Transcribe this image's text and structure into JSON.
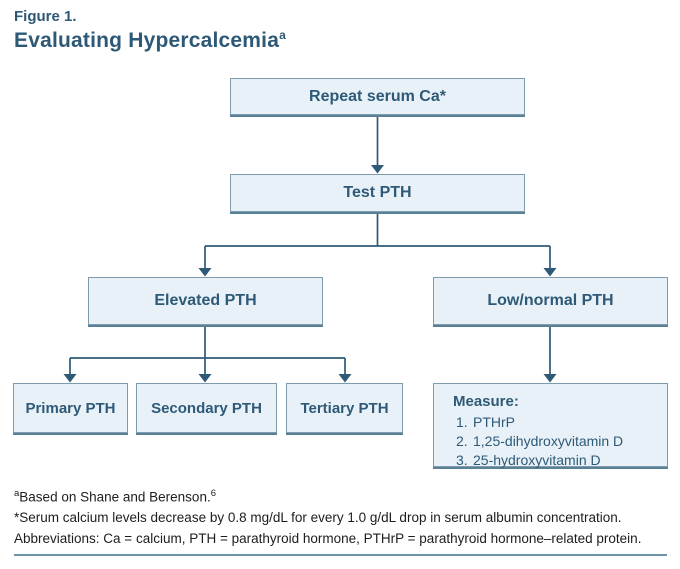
{
  "figure": {
    "label": "Figure 1.",
    "title": "Evaluating Hypercalcemia",
    "title_superscript": "a"
  },
  "flowchart": {
    "repeat_serum_ca": "Repeat serum Ca*",
    "test_pth": "Test PTH",
    "elevated_pth": "Elevated PTH",
    "low_normal_pth": "Low/normal PTH",
    "primary_pth": "Primary PTH",
    "secondary_pth": "Secondary PTH",
    "tertiary_pth": "Tertiary PTH",
    "measure": {
      "heading": "Measure:",
      "items": [
        {
          "num": "1.",
          "text": "PTHrP"
        },
        {
          "num": "2.",
          "text": "1,25-dihydroxyvitamin D"
        },
        {
          "num": "3.",
          "text": "25-hydroxyvitamin D"
        }
      ]
    }
  },
  "footnotes": {
    "note_a_sup": "a",
    "note_a_text": "Based on Shane and Berenson.",
    "note_a_ref_sup": "6",
    "note_asterisk": "*Serum calcium levels decrease by 0.8 mg/dL for every 1.0 g/dL drop in serum albumin concentration.",
    "abbreviations": "Abbreviations: Ca = calcium, PTH = parathyroid hormone, PTHrP = parathyroid hormone–related protein."
  },
  "colors": {
    "accent_text": "#2e5a77",
    "box_fill": "#e8f1f8",
    "box_border": "#7f9cae",
    "connector": "#2e5a77",
    "rule": "#6e93a8"
  }
}
